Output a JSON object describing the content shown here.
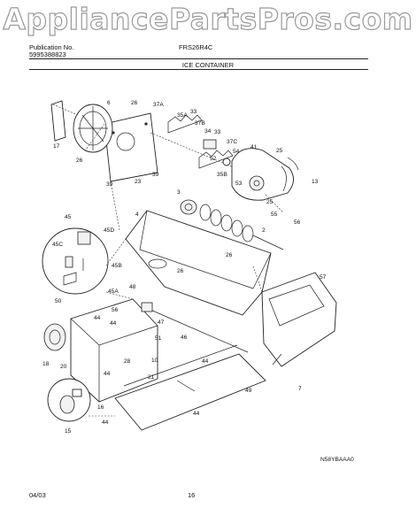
{
  "watermark": "AppliancePartsPros.com",
  "header": {
    "publication_label": "Publication No.",
    "publication_number": "5995388823",
    "model": "FRS26R4C",
    "section_title": "ICE CONTAINER"
  },
  "diagram_code": "N58YBAAA0",
  "footer": {
    "date": "04/03",
    "page": "16"
  },
  "callouts": [
    "6",
    "26",
    "37A",
    "33",
    "35A",
    "37B",
    "34",
    "33",
    "37C",
    "54",
    "41",
    "25",
    "13",
    "17",
    "26",
    "39",
    "23",
    "39",
    "52",
    "35B",
    "53",
    "25",
    "55",
    "56",
    "3",
    "2",
    "4",
    "45",
    "45D",
    "45C",
    "45B",
    "50",
    "45A",
    "26",
    "26",
    "57",
    "48",
    "47",
    "56",
    "44",
    "44",
    "51",
    "46",
    "18",
    "20",
    "44",
    "28",
    "10",
    "21",
    "44",
    "49",
    "16",
    "15",
    "44",
    "44",
    "7"
  ]
}
